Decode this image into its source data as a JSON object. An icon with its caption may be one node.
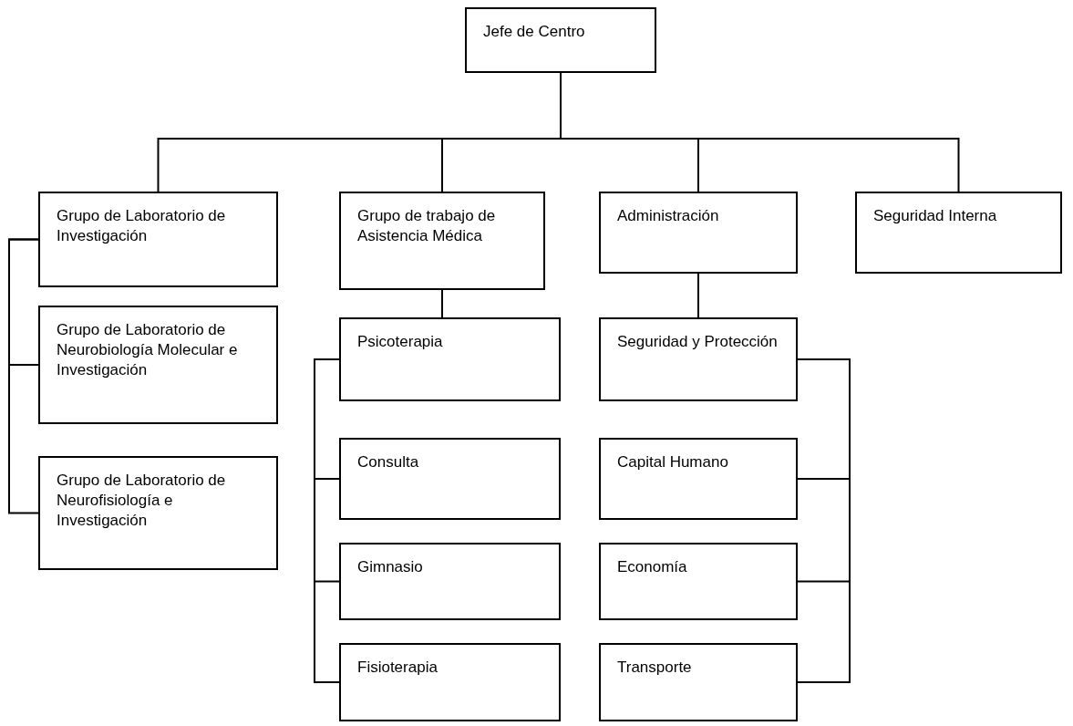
{
  "diagram": {
    "nodes": [
      {
        "text": [
          "Jefe de Centro"
        ]
      },
      {
        "text": [
          "Grupo de Laboratorio de Investigación"
        ]
      },
      {
        "text": [
          "Grupo de Laboratorio de Neurobiología Molecular e Investigación"
        ]
      },
      {
        "text": [
          "Grupo de Laboratorio de Neurofisiología e Investigación"
        ]
      },
      {
        "text": [
          "Grupo de trabajo de Asistencia Médica"
        ]
      },
      {
        "text": [
          "Administración"
        ]
      },
      {
        "text": [
          "Seguridad Interna"
        ]
      },
      {
        "text": [
          "Psicoterapia"
        ]
      },
      {
        "text": [
          "Consulta"
        ]
      },
      {
        "text": [
          "Gimnasio"
        ]
      },
      {
        "text": [
          "Fisioterapia"
        ]
      },
      {
        "text": [
          "Seguridad y Protección"
        ]
      },
      {
        "text": [
          "Capital Humano"
        ]
      },
      {
        "text": [
          "Economía"
        ]
      },
      {
        "text": [
          "Transporte"
        ]
      }
    ],
    "edges": [
      {
        "from": 0,
        "to": 1,
        "arrow": "none"
      },
      {
        "from": 0,
        "to": 4,
        "arrow": "none"
      },
      {
        "from": 0,
        "to": 5,
        "arrow": "none"
      },
      {
        "from": 0,
        "to": 6,
        "arrow": "none"
      },
      {
        "from": 1,
        "to": 2,
        "arrow": "none"
      },
      {
        "from": 1,
        "to": 3,
        "arrow": "none"
      },
      {
        "from": 4,
        "to": 7,
        "arrow": "none"
      },
      {
        "from": 7,
        "to": 8,
        "arrow": "none"
      },
      {
        "from": 7,
        "to": 9,
        "arrow": "none"
      },
      {
        "from": 7,
        "to": 10,
        "arrow": "none"
      },
      {
        "from": 5,
        "to": 11,
        "arrow": "none"
      },
      {
        "from": 11,
        "to": 12,
        "arrow": "none"
      },
      {
        "from": 11,
        "to": 13,
        "arrow": "none"
      },
      {
        "from": 11,
        "to": 14,
        "arrow": "none"
      }
    ]
  }
}
